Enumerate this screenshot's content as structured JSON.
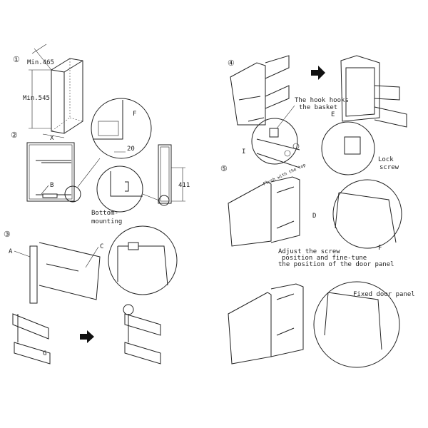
{
  "steps": [
    "①",
    "②",
    "③",
    "④",
    "⑤"
  ],
  "step1": {
    "depth": "Min.465",
    "height": "Min.545",
    "width_label": "X"
  },
  "step2": {
    "label_f": "F",
    "dim_20": "20",
    "label_b": "B",
    "dim_411": "411",
    "bottom_1": "Bottom-",
    "bottom_2": "mounting"
  },
  "step3": {
    "label_a": "A",
    "label_c": "C",
    "label_g": "G"
  },
  "step4": {
    "hook_1": "The hook hooks",
    "hook_2": "the basket",
    "label_i": "I",
    "label_e": "E",
    "lock_1": "Lock",
    "lock_2": "screw"
  },
  "step5": {
    "flush": "Flush with the top",
    "label_d": "D",
    "label_f": "F",
    "adjust_1": "Adjust the screw",
    "adjust_2": "position and fine-tune",
    "adjust_3": "the position of the door panel",
    "fixed": "Fixed door panel"
  }
}
